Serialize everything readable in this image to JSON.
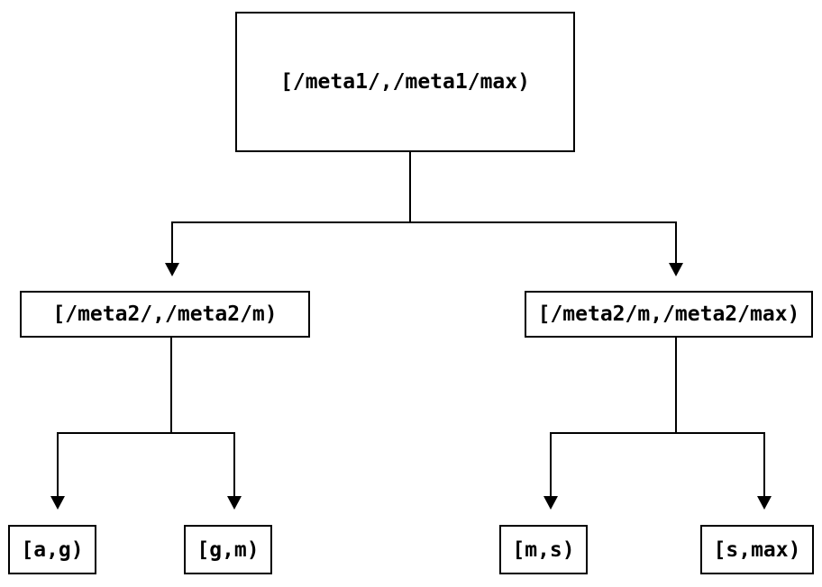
{
  "diagram": {
    "background_color": "#ffffff",
    "line_color": "#000000",
    "text_color": "#000000",
    "nodes": {
      "root": {
        "label": "[/meta1/,/meta1/max)"
      },
      "mid_left": {
        "label": "[/meta2/,/meta2/m)"
      },
      "mid_right": {
        "label": "[/meta2/m,/meta2/max)"
      },
      "leaf_ag": {
        "label": "[a,g)"
      },
      "leaf_gm": {
        "label": "[g,m)"
      },
      "leaf_ms": {
        "label": "[m,s)"
      },
      "leaf_smax": {
        "label": "[s,max)"
      }
    },
    "edges": [
      {
        "from": "root",
        "to": "mid_left"
      },
      {
        "from": "root",
        "to": "mid_right"
      },
      {
        "from": "mid_left",
        "to": "leaf_ag"
      },
      {
        "from": "mid_left",
        "to": "leaf_gm"
      },
      {
        "from": "mid_right",
        "to": "leaf_ms"
      },
      {
        "from": "mid_right",
        "to": "leaf_smax"
      }
    ]
  }
}
